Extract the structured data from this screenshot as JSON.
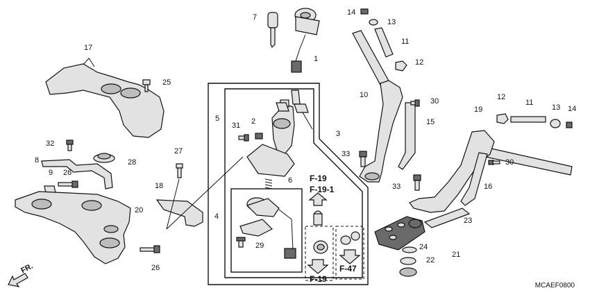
{
  "diagram": {
    "drawing_code": "MCAEF0800",
    "front_label": "FR.",
    "callouts": {
      "c1": "1",
      "c2": "2",
      "c3": "3",
      "c4": "4",
      "c5": "5",
      "c6": "6",
      "c7": "7",
      "c8": "8",
      "c9": "9",
      "c10": "10",
      "c11a": "11",
      "c11b": "11",
      "c12a": "12",
      "c12b": "12",
      "c13a": "13",
      "c13b": "13",
      "c14a": "14",
      "c14b": "14",
      "c15": "15",
      "c16": "16",
      "c17": "17",
      "c18": "18",
      "c19": "19",
      "c20": "20",
      "c21": "21",
      "c22": "22",
      "c23": "23",
      "c24": "24",
      "c25": "25",
      "c26a": "26",
      "c26b": "26",
      "c27": "27",
      "c28": "28",
      "c29": "29",
      "c30a": "30",
      "c30b": "30",
      "c31": "31",
      "c32": "32",
      "c33a": "33",
      "c33b": "33"
    },
    "refs": {
      "r1": "F-19",
      "r2": "F-19-1",
      "r3": "F-19",
      "r4": "F-47"
    }
  }
}
